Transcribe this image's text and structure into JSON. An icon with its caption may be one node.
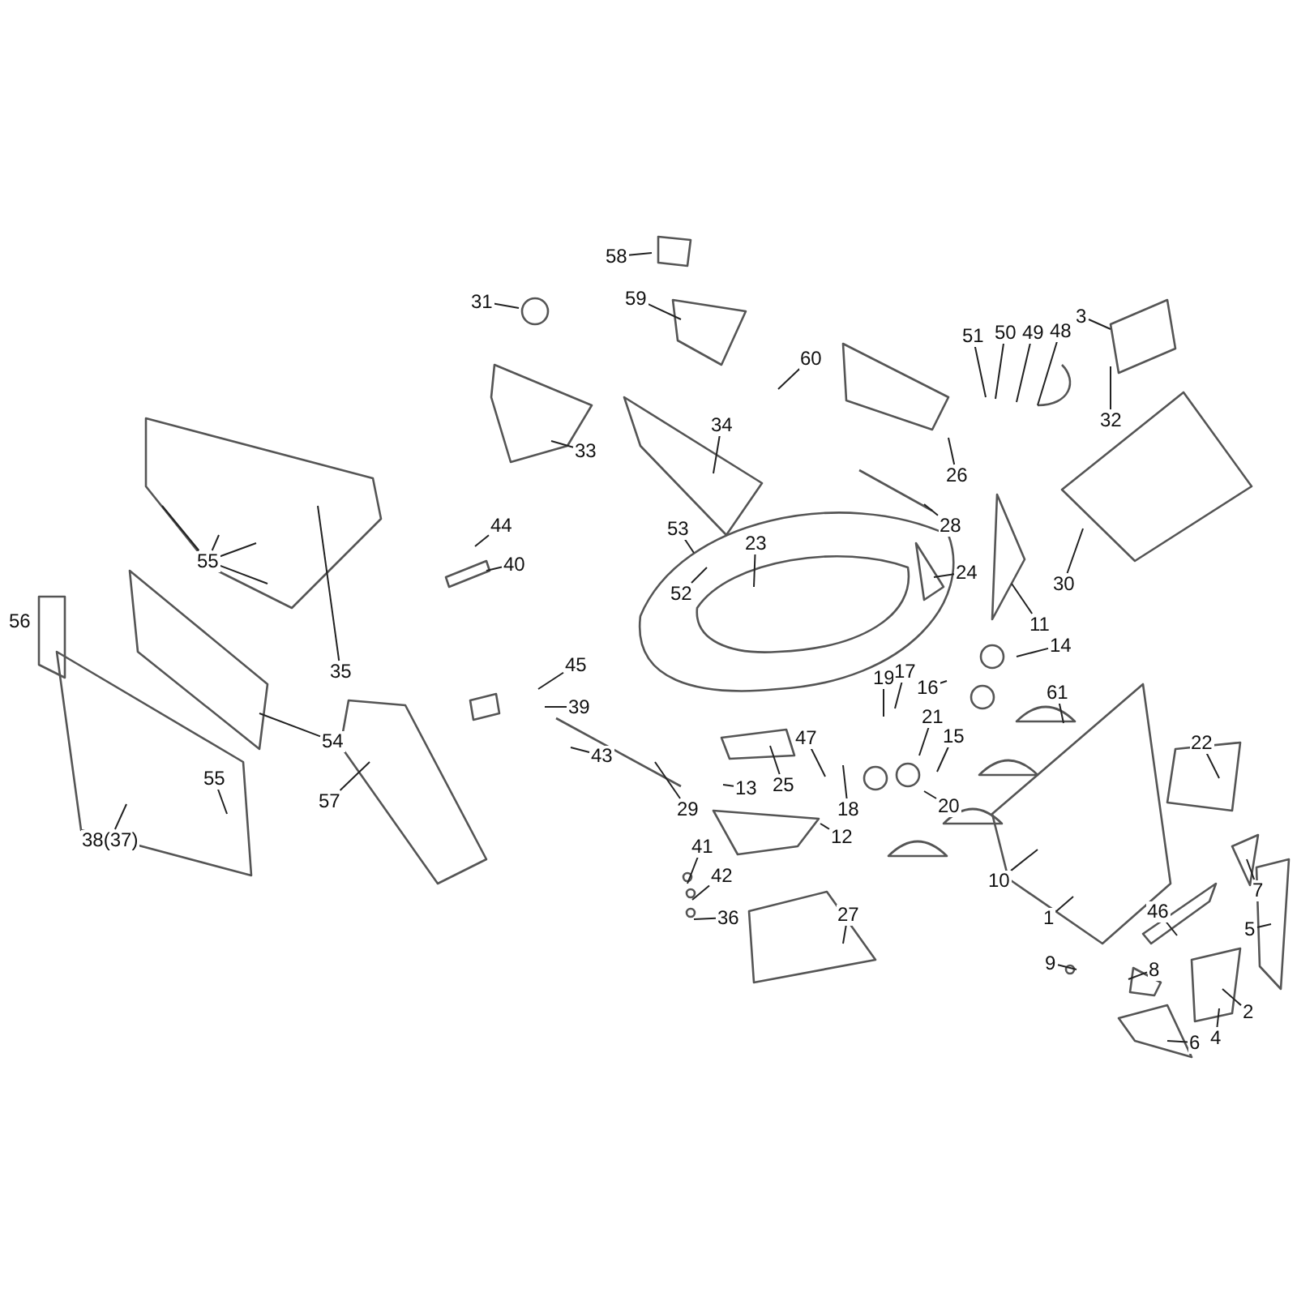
{
  "diagram": {
    "nodes": [
      {
        "text": [
          "58"
        ]
      },
      {
        "text": [
          "59"
        ]
      },
      {
        "text": [
          "31"
        ]
      },
      {
        "text": [
          "60"
        ]
      },
      {
        "text": [
          "33"
        ]
      },
      {
        "text": [
          "34"
        ]
      },
      {
        "text": [
          "51"
        ]
      },
      {
        "text": [
          "50"
        ]
      },
      {
        "text": [
          "49"
        ]
      },
      {
        "text": [
          "48"
        ]
      },
      {
        "text": [
          "3"
        ]
      },
      {
        "text": [
          "32"
        ]
      },
      {
        "text": [
          "26"
        ]
      },
      {
        "text": [
          "28"
        ]
      },
      {
        "text": [
          "24"
        ]
      },
      {
        "text": [
          "30"
        ]
      },
      {
        "text": [
          "11"
        ]
      },
      {
        "text": [
          "14"
        ]
      },
      {
        "text": [
          "44"
        ]
      },
      {
        "text": [
          "40"
        ]
      },
      {
        "text": [
          "53"
        ]
      },
      {
        "text": [
          "52"
        ]
      },
      {
        "text": [
          "23"
        ]
      },
      {
        "text": [
          "55"
        ]
      },
      {
        "text": [
          "35"
        ]
      },
      {
        "text": [
          "54"
        ]
      },
      {
        "text": [
          "55"
        ]
      },
      {
        "text": [
          "57"
        ]
      },
      {
        "text": [
          "38(37)"
        ]
      },
      {
        "text": [
          "45"
        ]
      },
      {
        "text": [
          "39"
        ]
      },
      {
        "text": [
          "43"
        ]
      },
      {
        "text": [
          "29"
        ]
      },
      {
        "text": [
          "13"
        ]
      },
      {
        "text": [
          "25"
        ]
      },
      {
        "text": [
          "47"
        ]
      },
      {
        "text": [
          "18"
        ]
      },
      {
        "text": [
          "12"
        ]
      },
      {
        "text": [
          "41"
        ]
      },
      {
        "text": [
          "42"
        ]
      },
      {
        "text": [
          "36"
        ]
      },
      {
        "text": [
          "27"
        ]
      },
      {
        "text": [
          "19"
        ]
      },
      {
        "text": [
          "17"
        ]
      },
      {
        "text": [
          "16"
        ]
      },
      {
        "text": [
          "21"
        ]
      },
      {
        "text": [
          "15"
        ]
      },
      {
        "text": [
          "20"
        ]
      },
      {
        "text": [
          "61"
        ]
      },
      {
        "text": [
          "22"
        ]
      },
      {
        "text": [
          "10"
        ]
      },
      {
        "text": [
          "1"
        ]
      },
      {
        "text": [
          "46"
        ]
      },
      {
        "text": [
          "7"
        ]
      },
      {
        "text": [
          "5"
        ]
      },
      {
        "text": [
          "9"
        ]
      },
      {
        "text": [
          "8"
        ]
      },
      {
        "text": [
          "2"
        ]
      },
      {
        "text": [
          "4"
        ]
      },
      {
        "text": [
          "6"
        ]
      },
      {
        "text": [
          "56"
        ]
      }
    ],
    "edges": [
      {
        "from": 0,
        "to": null,
        "arrow": "none"
      },
      {
        "from": 1,
        "to": null,
        "arrow": "none"
      },
      {
        "from": 2,
        "to": null,
        "arrow": "none"
      },
      {
        "from": 3,
        "to": null,
        "arrow": "none"
      },
      {
        "from": 4,
        "to": null,
        "arrow": "none"
      },
      {
        "from": 5,
        "to": null,
        "arrow": "none"
      },
      {
        "from": 6,
        "to": null,
        "arrow": "none"
      },
      {
        "from": 7,
        "to": null,
        "arrow": "none"
      },
      {
        "from": 8,
        "to": null,
        "arrow": "none"
      },
      {
        "from": 9,
        "to": null,
        "arrow": "none"
      },
      {
        "from": 10,
        "to": null,
        "arrow": "none"
      },
      {
        "from": 11,
        "to": null,
        "arrow": "none"
      },
      {
        "from": 12,
        "to": null,
        "arrow": "none"
      },
      {
        "from": 13,
        "to": null,
        "arrow": "none"
      },
      {
        "from": 14,
        "to": null,
        "arrow": "none"
      },
      {
        "from": 15,
        "to": null,
        "arrow": "none"
      },
      {
        "from": 16,
        "to": null,
        "arrow": "none"
      },
      {
        "from": 17,
        "to": null,
        "arrow": "none"
      },
      {
        "from": 18,
        "to": null,
        "arrow": "none"
      },
      {
        "from": 19,
        "to": null,
        "arrow": "none"
      },
      {
        "from": 20,
        "to": null,
        "arrow": "none"
      },
      {
        "from": 21,
        "to": null,
        "arrow": "none"
      },
      {
        "from": 22,
        "to": null,
        "arrow": "none"
      },
      {
        "from": 23,
        "to": null,
        "arrow": "none"
      },
      {
        "from": 23,
        "to": null,
        "arrow": "none"
      },
      {
        "from": 23,
        "to": null,
        "arrow": "none"
      },
      {
        "from": 23,
        "to": null,
        "arrow": "none"
      },
      {
        "from": 24,
        "to": null,
        "arrow": "none"
      },
      {
        "from": 25,
        "to": null,
        "arrow": "none"
      },
      {
        "from": 26,
        "to": null,
        "arrow": "none"
      },
      {
        "from": 27,
        "to": null,
        "arrow": "none"
      },
      {
        "from": 28,
        "to": null,
        "arrow": "none"
      },
      {
        "from": 29,
        "to": null,
        "arrow": "none"
      },
      {
        "from": 30,
        "to": null,
        "arrow": "none"
      },
      {
        "from": 31,
        "to": null,
        "arrow": "none"
      },
      {
        "from": 32,
        "to": null,
        "arrow": "none"
      },
      {
        "from": 33,
        "to": null,
        "arrow": "none"
      },
      {
        "from": 34,
        "to": null,
        "arrow": "none"
      },
      {
        "from": 35,
        "to": null,
        "arrow": "none"
      },
      {
        "from": 36,
        "to": null,
        "arrow": "none"
      },
      {
        "from": 37,
        "to": null,
        "arrow": "none"
      },
      {
        "from": 38,
        "to": null,
        "arrow": "none"
      },
      {
        "from": 39,
        "to": null,
        "arrow": "none"
      },
      {
        "from": 40,
        "to": null,
        "arrow": "none"
      },
      {
        "from": 41,
        "to": null,
        "arrow": "none"
      },
      {
        "from": 42,
        "to": null,
        "arrow": "none"
      },
      {
        "from": 43,
        "to": null,
        "arrow": "none"
      },
      {
        "from": 44,
        "to": null,
        "arrow": "none"
      },
      {
        "from": 45,
        "to": null,
        "arrow": "none"
      },
      {
        "from": 46,
        "to": null,
        "arrow": "none"
      },
      {
        "from": 47,
        "to": null,
        "arrow": "none"
      },
      {
        "from": 48,
        "to": null,
        "arrow": "none"
      },
      {
        "from": 49,
        "to": null,
        "arrow": "none"
      },
      {
        "from": 50,
        "to": null,
        "arrow": "none"
      },
      {
        "from": 51,
        "to": null,
        "arrow": "none"
      },
      {
        "from": 52,
        "to": null,
        "arrow": "none"
      },
      {
        "from": 53,
        "to": null,
        "arrow": "none"
      },
      {
        "from": 54,
        "to": null,
        "arrow": "none"
      },
      {
        "from": 55,
        "to": null,
        "arrow": "none"
      },
      {
        "from": 56,
        "to": null,
        "arrow": "none"
      },
      {
        "from": 57,
        "to": null,
        "arrow": "none"
      },
      {
        "from": 58,
        "to": null,
        "arrow": "none"
      },
      {
        "from": 59,
        "to": null,
        "arrow": "none"
      }
    ]
  }
}
